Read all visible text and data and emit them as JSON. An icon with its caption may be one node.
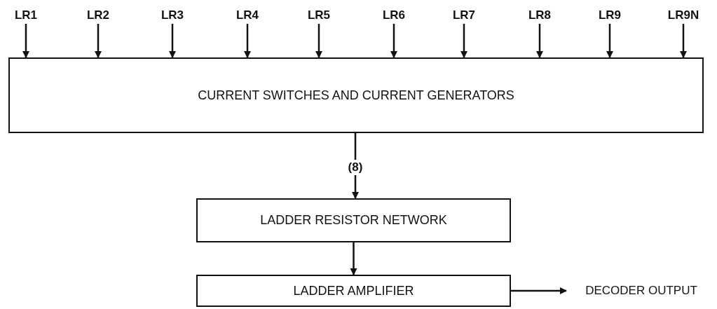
{
  "diagram": {
    "nodes": [
      {
        "text": [
          "LR1"
        ]
      },
      {
        "text": [
          "LR2"
        ]
      },
      {
        "text": [
          "LR3"
        ]
      },
      {
        "text": [
          "LR4"
        ]
      },
      {
        "text": [
          "LR5"
        ]
      },
      {
        "text": [
          "LR6"
        ]
      },
      {
        "text": [
          "LR7"
        ]
      },
      {
        "text": [
          "LR8"
        ]
      },
      {
        "text": [
          "LR9"
        ]
      },
      {
        "text": [
          "LR9N"
        ]
      },
      {
        "text": [
          "CURRENT SWITCHES AND CURRENT GENERATORS"
        ]
      },
      {
        "text": [
          "LADDER RESISTOR NETWORK"
        ]
      },
      {
        "text": [
          "LADDER AMPLIFIER"
        ]
      },
      {
        "text": [
          "DECODER OUTPUT"
        ]
      }
    ],
    "edges": [
      {
        "from": 0,
        "to": 10,
        "arrow": "to"
      },
      {
        "from": 1,
        "to": 10,
        "arrow": "to"
      },
      {
        "from": 2,
        "to": 10,
        "arrow": "to"
      },
      {
        "from": 3,
        "to": 10,
        "arrow": "to"
      },
      {
        "from": 4,
        "to": 10,
        "arrow": "to"
      },
      {
        "from": 5,
        "to": 10,
        "arrow": "to"
      },
      {
        "from": 6,
        "to": 10,
        "arrow": "to"
      },
      {
        "from": 7,
        "to": 10,
        "arrow": "to"
      },
      {
        "from": 8,
        "to": 10,
        "arrow": "to"
      },
      {
        "from": 9,
        "to": 10,
        "arrow": "to"
      },
      {
        "from": 10,
        "to": 11,
        "arrow": "to",
        "label": "(8)"
      },
      {
        "from": 11,
        "to": 12,
        "arrow": "to"
      },
      {
        "from": 12,
        "to": 13,
        "arrow": "to"
      }
    ]
  }
}
